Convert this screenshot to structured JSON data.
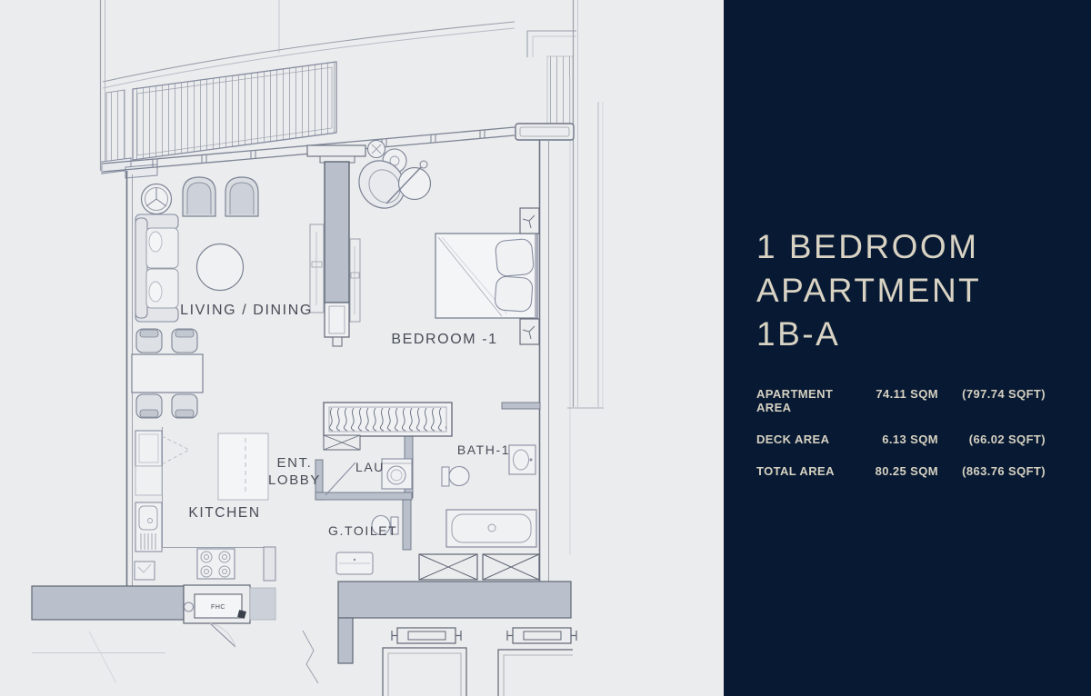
{
  "panel": {
    "title_lines": [
      "1 BEDROOM",
      "APARTMENT",
      "1B-A"
    ],
    "rows": [
      {
        "label": "APARTMENT AREA",
        "sqm": "74.11 SQM",
        "sqft": "(797.74 SQFT)"
      },
      {
        "label": "DECK AREA",
        "sqm": "6.13 SQM",
        "sqft": "(66.02 SQFT)"
      },
      {
        "label": "TOTAL AREA",
        "sqm": "80.25 SQM",
        "sqft": "(863.76 SQFT)"
      }
    ],
    "colors": {
      "background": "#081a33",
      "text": "#d9d3c4"
    }
  },
  "plan": {
    "labels": {
      "living": "LIVING / DINING",
      "bedroom": "BEDROOM -1",
      "kitchen": "KITCHEN",
      "lobby1": "ENT.",
      "lobby2": "LOBBY",
      "lau": "LAU",
      "bath": "BATH-1",
      "gtoilet": "G.TOILET",
      "fhc": "FHC"
    },
    "colors": {
      "background": "#ebeced",
      "wall_fill": "#b9c0cc",
      "line": "#6d7585"
    }
  }
}
